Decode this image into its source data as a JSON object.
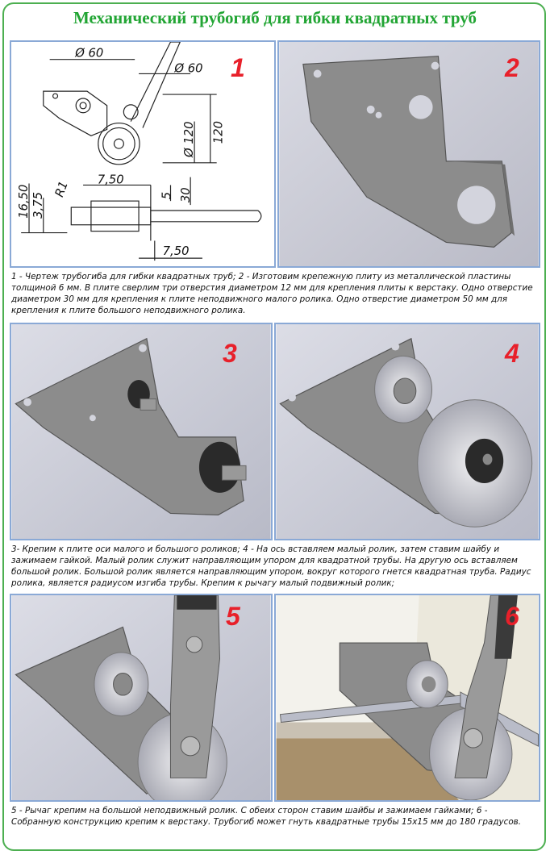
{
  "title": "Механический трубогиб для гибки квадратных труб",
  "panels": [
    {
      "number": "1"
    },
    {
      "number": "2"
    },
    {
      "number": "3"
    },
    {
      "number": "4"
    },
    {
      "number": "5"
    },
    {
      "number": "6"
    }
  ],
  "drawing_labels": {
    "d60_left": "Ø 60",
    "d60_right": "Ø 60",
    "d120": "Ø 120",
    "dim120": "120",
    "dim16_50": "16,50",
    "dim3_75": "3,75",
    "r1": "R1",
    "dim7_50_top": "7,50",
    "dim5": "5",
    "dim30": "30",
    "dim7_50_bottom": "7,50"
  },
  "captions": {
    "cap1": "1 - Чертеж трубогиба для гибки квадратных труб; 2 - Изготовим крепежную плиту из металлической пластины толщиной 6 мм. В плите сверлим три отверстия диаметром 12 мм для крепления плиты к верстаку. Одно отверстие диаметром 30 мм для крепления к плите неподвижного малого ролика. Одно отверстие диаметром 50 мм для крепления к плите большого неподвижного ролика.",
    "cap2": "3- Крепим к плите оси малого и большого роликов; 4 - На ось вставляем малый ролик, затем ставим шайбу и зажимаем гайкой. Малый ролик служит направляющим упором для квадратной трубы. На другую ось вставляем большой ролик. Большой ролик является направляющим упором, вокруг которого гнется квадратная труба. Радиус ролика, является радиусом изгиба трубы. Крепим к рычагу малый подвижный ролик;",
    "cap3": "5 - Рычаг крепим на большой неподвижный ролик. С обеих сторон ставим шайбы и зажимаем гайками; 6 - Собранную конструкцию крепим к верстаку. Трубогиб может гнуть квадратные трубы 15х15 мм до 180 градусов."
  },
  "colors": {
    "frame": "#4caf50",
    "title": "#22a534",
    "panel_border": "#8aa9d6",
    "number": "#e8202a",
    "plate": "#8c8c8c",
    "background_render": "#c9cbd6"
  }
}
